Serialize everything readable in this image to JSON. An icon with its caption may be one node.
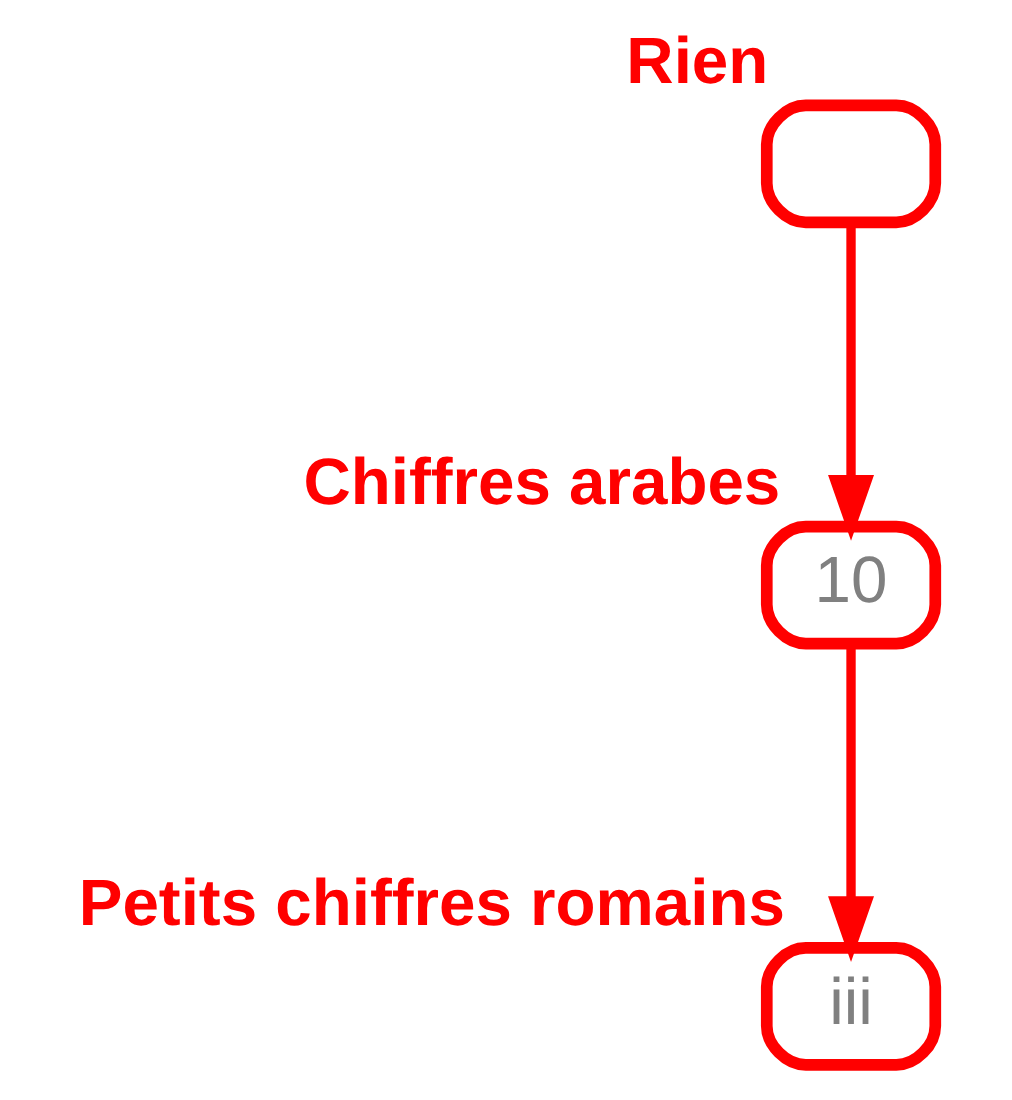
{
  "diagram": {
    "nodes": [
      {
        "text": [],
        "shape": "box",
        "beside": [
          "Rien"
        ]
      },
      {
        "text": [
          "10"
        ],
        "beside": [
          "Chiffres arabes"
        ]
      },
      {
        "text": [
          "iii"
        ],
        "beside": [
          "Petits chiffres romains"
        ]
      }
    ],
    "edges": [
      {
        "from": 0,
        "to": 1,
        "arrow": "to"
      },
      {
        "from": 1,
        "to": 2,
        "arrow": "to"
      }
    ]
  }
}
